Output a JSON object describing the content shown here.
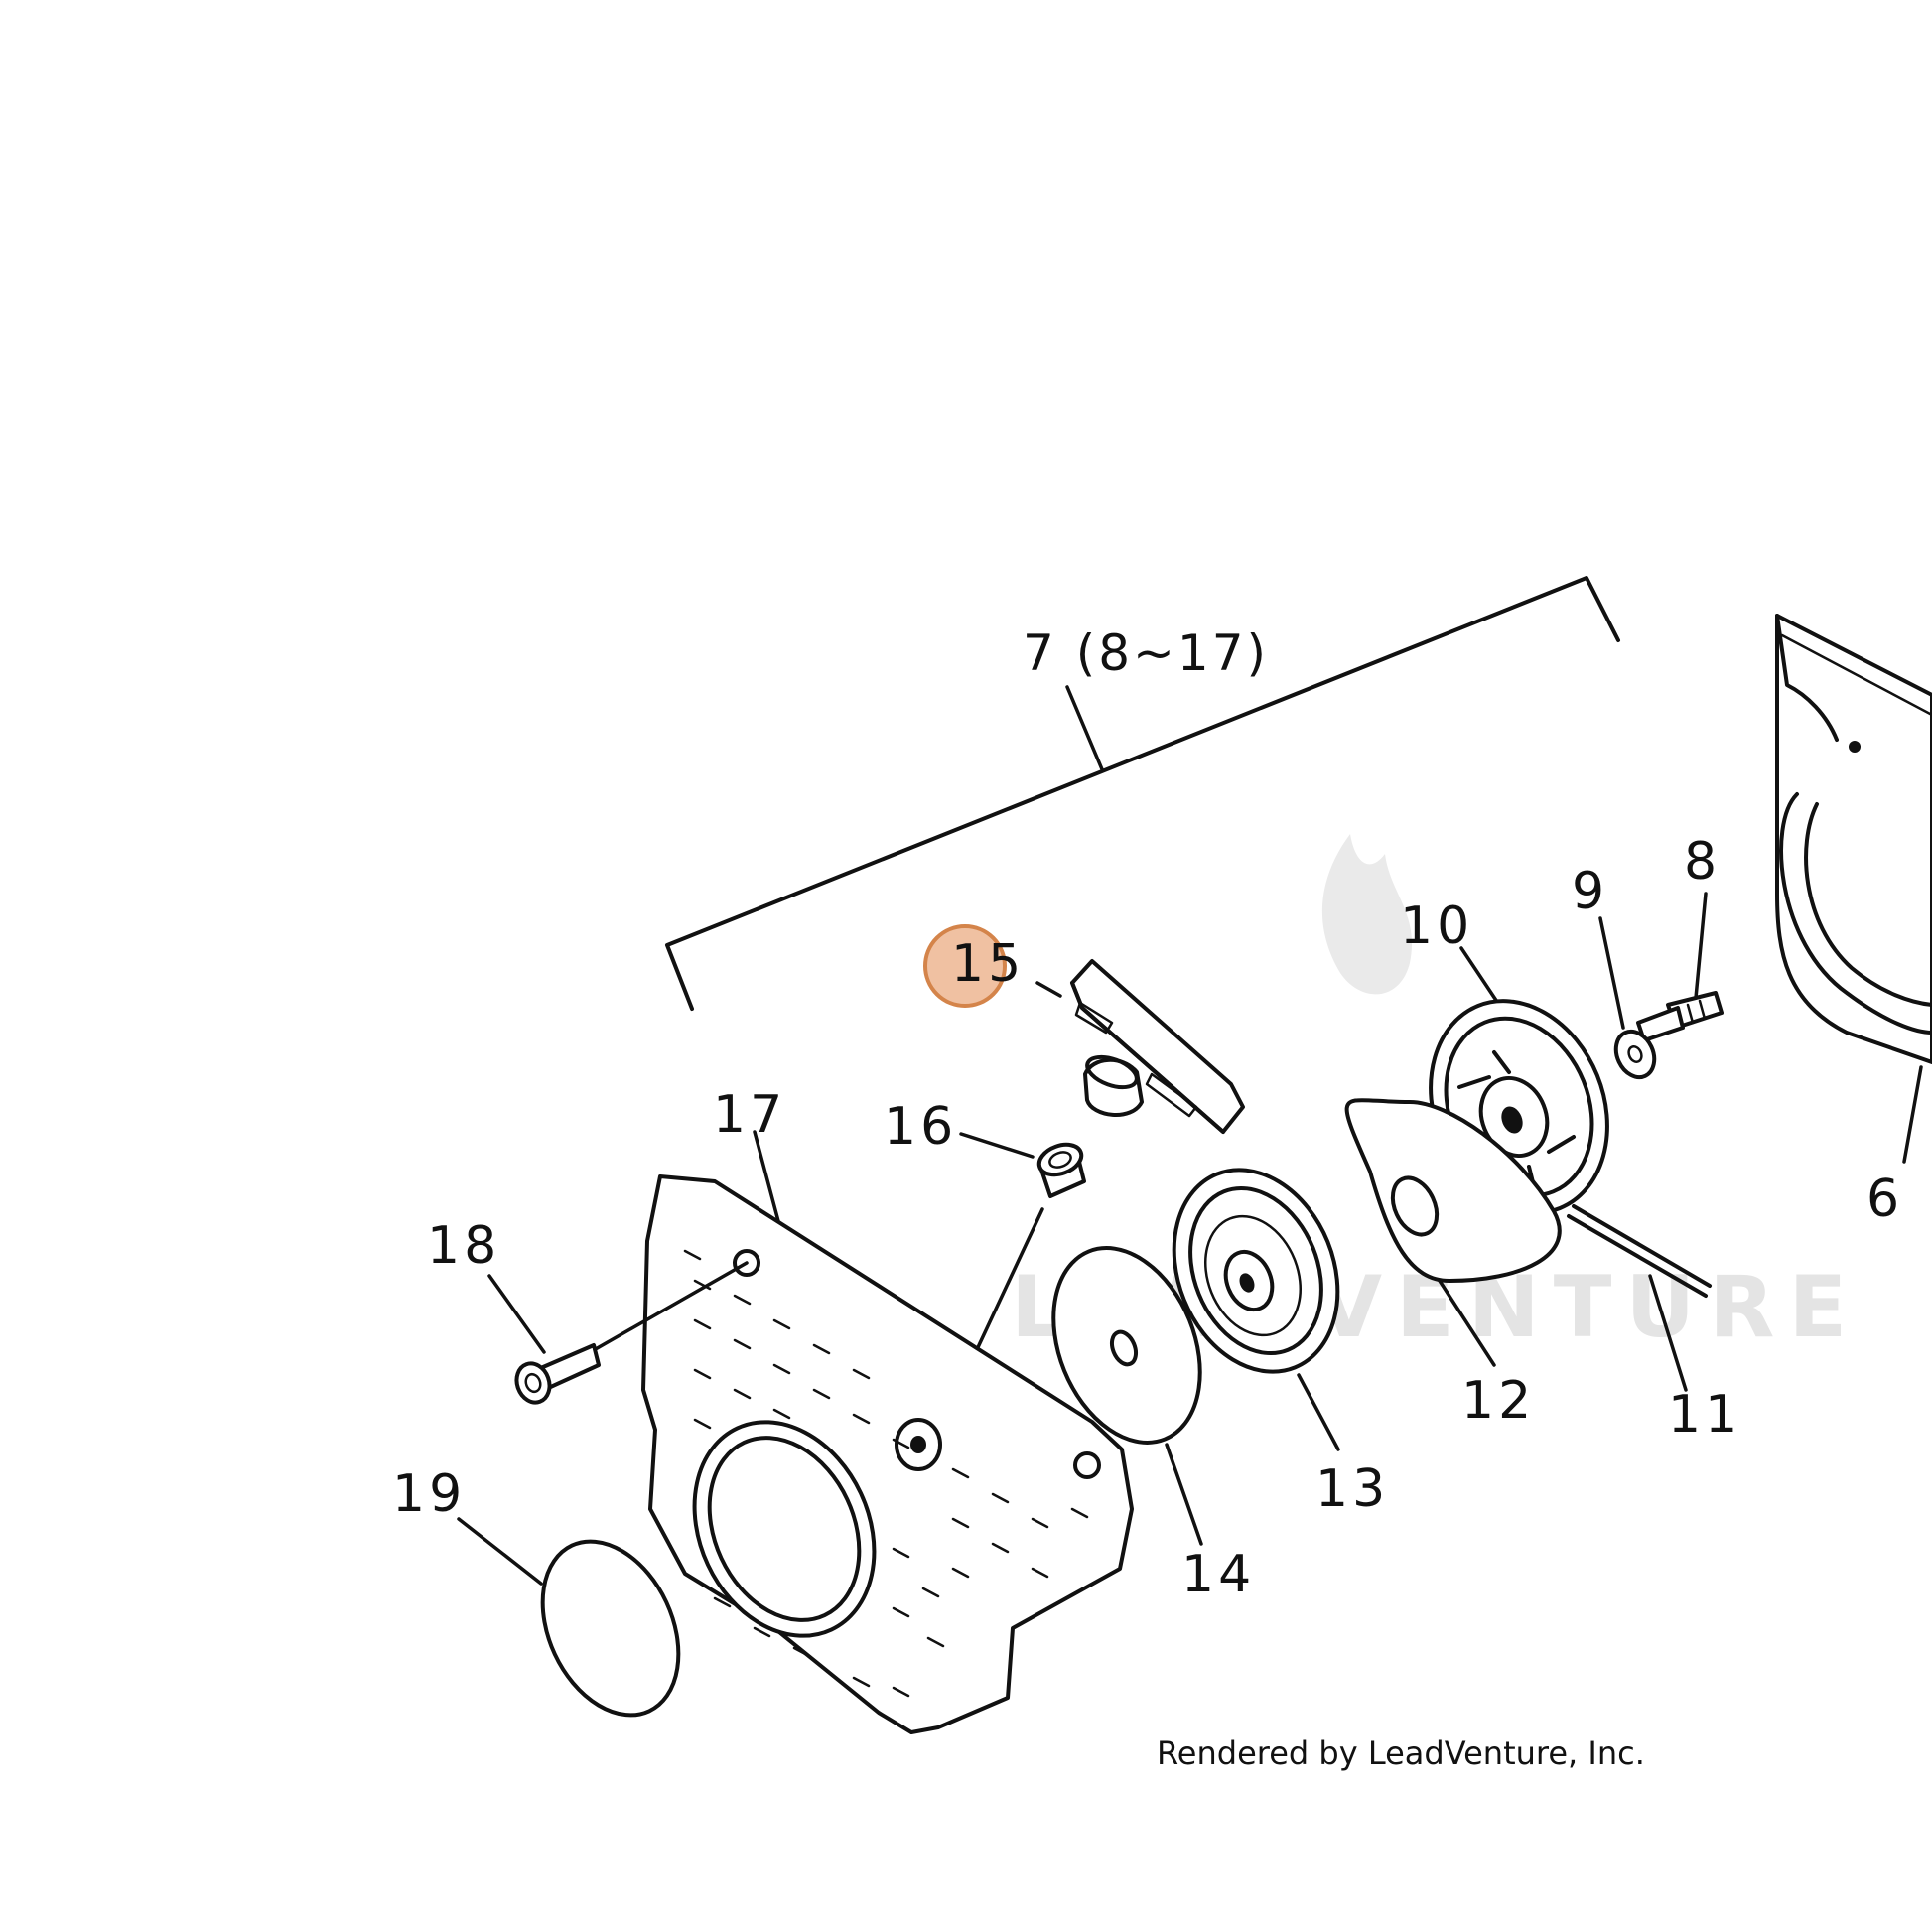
{
  "assembly": {
    "label": "7 (8~17)"
  },
  "callouts": [
    {
      "id": "6",
      "label": "6"
    },
    {
      "id": "8",
      "label": "8"
    },
    {
      "id": "9",
      "label": "9"
    },
    {
      "id": "10",
      "label": "10"
    },
    {
      "id": "11",
      "label": "11"
    },
    {
      "id": "12",
      "label": "12"
    },
    {
      "id": "13",
      "label": "13"
    },
    {
      "id": "14",
      "label": "14"
    },
    {
      "id": "15",
      "label": "15"
    },
    {
      "id": "16",
      "label": "16"
    },
    {
      "id": "17",
      "label": "17"
    },
    {
      "id": "18",
      "label": "18"
    },
    {
      "id": "19",
      "label": "19"
    }
  ],
  "highlight": {
    "callout": "15",
    "color": "#e8a070"
  },
  "watermark": {
    "text": "LEADVENTURE"
  },
  "footer": {
    "text": "Rendered by LeadVenture, Inc."
  }
}
